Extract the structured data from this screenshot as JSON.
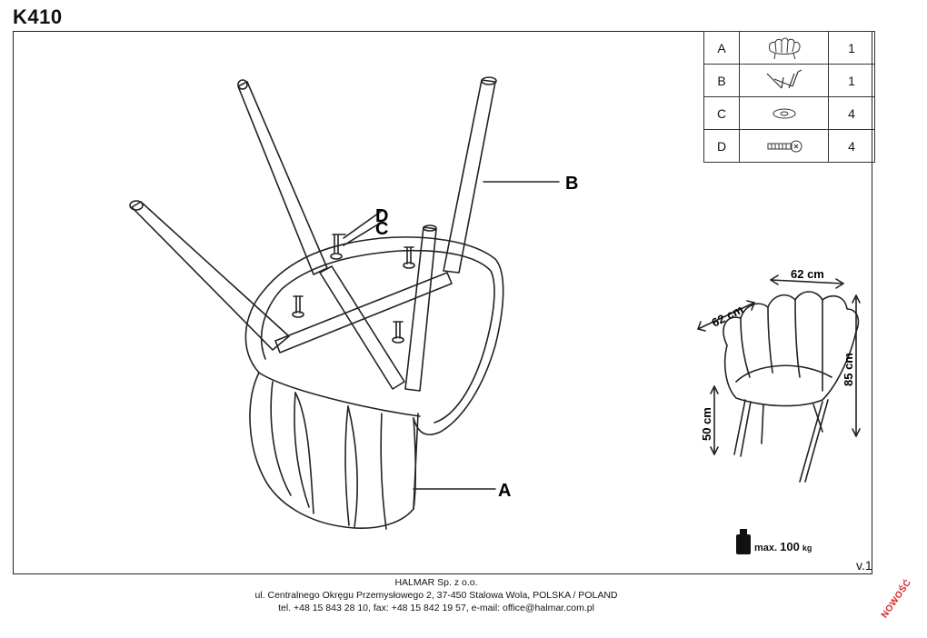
{
  "sheet": {
    "model": "K410",
    "version": "v.1",
    "stamp": "NOWOŚĆ"
  },
  "parts_table": [
    {
      "letter": "A",
      "icon": "seat-shell-icon",
      "qty": "1"
    },
    {
      "letter": "B",
      "icon": "leg-frame-icon",
      "qty": "1"
    },
    {
      "letter": "C",
      "icon": "washer-icon",
      "qty": "4"
    },
    {
      "letter": "D",
      "icon": "bolt-icon",
      "qty": "4"
    }
  ],
  "callouts": {
    "a": "A",
    "b": "B",
    "c": "C",
    "d": "D"
  },
  "dimensions": {
    "width": "62 cm",
    "depth": "62 cm",
    "height": "85 cm",
    "seat_height": "50 cm"
  },
  "load": {
    "prefix": "max.",
    "value": "100",
    "unit": "kg"
  },
  "footer": {
    "company": "HALMAR Sp. z o.o.",
    "address": "ul. Centralnego Okręgu Przemysłowego 2, 37-450 Stalowa Wola, POLSKA / POLAND",
    "contact": "tel. +48 15 843 28 10, fax: +48 15 842 19 57, e-mail: office@halmar.com.pl"
  }
}
